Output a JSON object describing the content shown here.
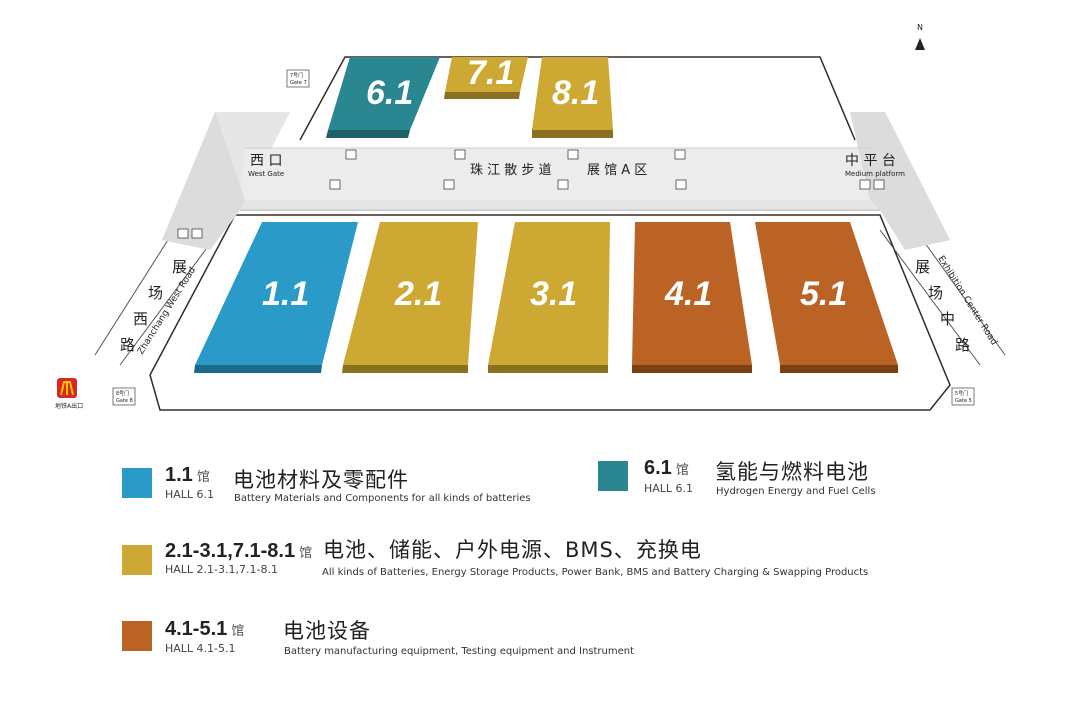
{
  "compass": {
    "label": "N"
  },
  "halls": {
    "h11": "1.1",
    "h21": "2.1",
    "h31": "3.1",
    "h41": "4.1",
    "h51": "5.1",
    "h61": "6.1",
    "h71": "7.1",
    "h81": "8.1"
  },
  "map_labels": {
    "west_gate_cn": "西 口",
    "west_gate_en": "West Gate",
    "promenade": "珠 江 散 步 道",
    "area_a": "展 馆 A 区",
    "medium_cn": "中 平 台",
    "medium_en": "Medium platform",
    "road_west_cn": [
      "展",
      "场",
      "西",
      "路"
    ],
    "road_west_en": "Zhanchang West Road",
    "road_center_cn": [
      "展",
      "场",
      "中",
      "路"
    ],
    "road_center_en": "Exhibition Center Road",
    "gate7_cn": "7号门",
    "gate7_en": "Gate 7",
    "gate8_cn": "8号门",
    "gate8_en": "Gate 8",
    "gate5_cn": "5号门",
    "gate5_en": "Gate 5",
    "metro_exit": "地铁A出口"
  },
  "colors": {
    "blue": "#2a9bc8",
    "teal": "#2a8690",
    "gold": "#cda832",
    "orange": "#bb6324",
    "walkway": "#e6e6e6"
  },
  "legend": [
    {
      "num": "1.1",
      "suffix": "馆",
      "hall": "HALL 6.1",
      "cn": "电池材料及零配件",
      "en": "Battery Materials and Components for all kinds of batteries",
      "color": "#2a9bc8"
    },
    {
      "num": "6.1",
      "suffix": "馆",
      "hall": "HALL 6.1",
      "cn": "氢能与燃料电池",
      "en": "Hydrogen Energy and Fuel Cells",
      "color": "#2a8690"
    },
    {
      "num": "2.1-3.1,7.1-8.1",
      "suffix": "馆",
      "hall": "HALL 2.1-3.1,7.1-8.1",
      "cn": "电池、储能、户外电源、BMS、充换电",
      "en": "All kinds of Batteries, Energy Storage Products, Power Bank, BMS and Battery Charging & Swapping Products",
      "color": "#cda832"
    },
    {
      "num": "4.1-5.1",
      "suffix": "馆",
      "hall": "HALL 4.1-5.1",
      "cn": "电池设备",
      "en": "Battery manufacturing equipment, Testing equipment and Instrument",
      "color": "#bb6324"
    }
  ]
}
